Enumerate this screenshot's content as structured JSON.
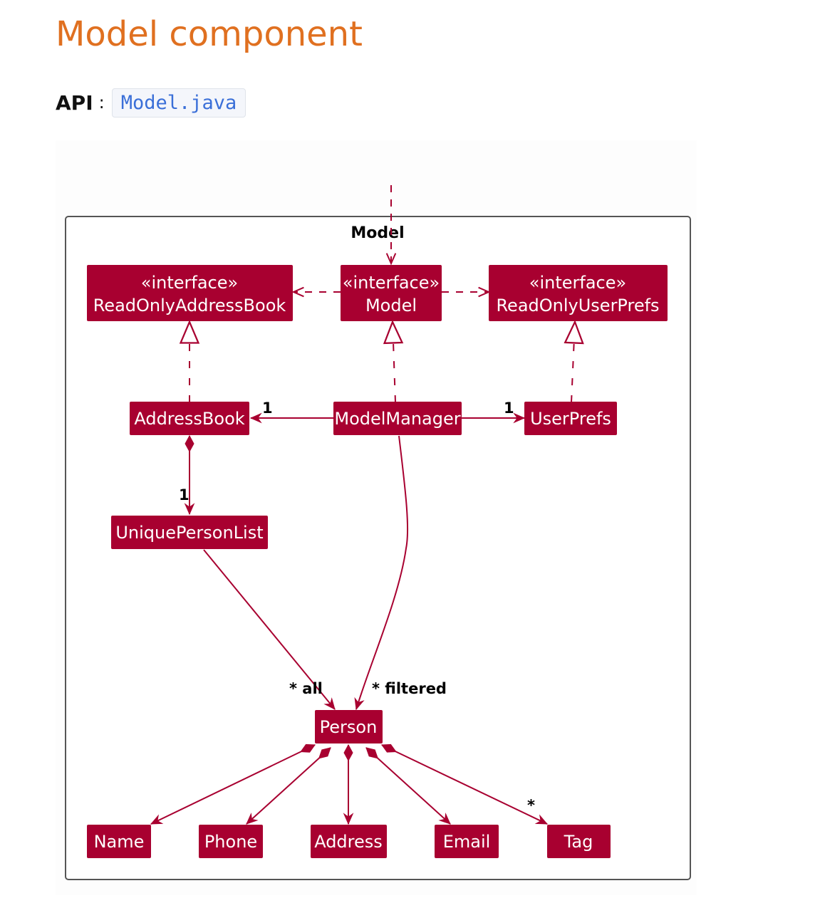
{
  "page": {
    "heading": "Model component",
    "api_label": "API",
    "api_separator": ":",
    "api_link": "Model.java"
  },
  "diagram": {
    "package_title": "Model",
    "classes": {
      "read_only_address_book": {
        "stereotype": "«interface»",
        "name": "ReadOnlyAddressBook"
      },
      "model": {
        "stereotype": "«interface»",
        "name": "Model"
      },
      "read_only_user_prefs": {
        "stereotype": "«interface»",
        "name": "ReadOnlyUserPrefs"
      },
      "address_book": {
        "name": "AddressBook"
      },
      "model_manager": {
        "name": "ModelManager"
      },
      "user_prefs": {
        "name": "UserPrefs"
      },
      "unique_person_list": {
        "name": "UniquePersonList"
      },
      "person": {
        "name": "Person"
      },
      "name": {
        "name": "Name"
      },
      "phone": {
        "name": "Phone"
      },
      "address": {
        "name": "Address"
      },
      "email": {
        "name": "Email"
      },
      "tag": {
        "name": "Tag"
      }
    },
    "multiplicities": {
      "address_book_one": "1",
      "user_prefs_one": "1",
      "unique_person_list_one": "1",
      "all": "* all",
      "filtered": "* filtered",
      "tag_many": "*"
    },
    "colors": {
      "class_fill": "#a80030",
      "line": "#a80030",
      "frame": "#555555"
    }
  }
}
